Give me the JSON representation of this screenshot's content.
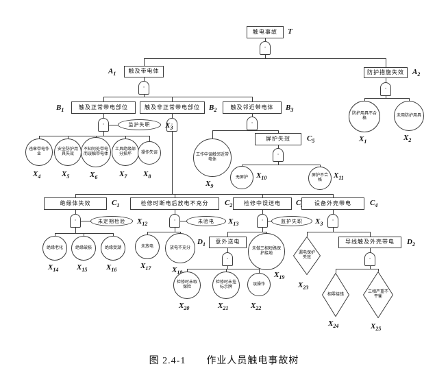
{
  "caption": {
    "figure": "图 2.4-1",
    "text": "作业人员触电事故树"
  },
  "gate_symbol": "·",
  "colors": {
    "line": "#3c3c3c",
    "border": "#3c3c3c",
    "background": "#ffffff",
    "text": "#151515"
  },
  "nodes": [
    {
      "id": "T",
      "shape": "box",
      "label": "触电事故",
      "tag": {
        "base": "T",
        "sub": ""
      }
    },
    {
      "id": "A1",
      "shape": "box",
      "label": "触及带电体",
      "tag": {
        "base": "A",
        "sub": "1"
      }
    },
    {
      "id": "A2",
      "shape": "box",
      "label": "防护措施失效",
      "tag": {
        "base": "A",
        "sub": "2"
      }
    },
    {
      "id": "B1",
      "shape": "box",
      "label": "触及正常带电部位",
      "tag": {
        "base": "B",
        "sub": "1"
      }
    },
    {
      "id": "B2",
      "shape": "box",
      "label": "触及非正常带电部位",
      "tag": {
        "base": "B",
        "sub": "2"
      }
    },
    {
      "id": "B3",
      "shape": "box",
      "label": "触及邻近带电体",
      "tag": {
        "base": "B",
        "sub": "3"
      }
    },
    {
      "id": "C1",
      "shape": "box",
      "label": "绝缘体失效",
      "tag": {
        "base": "C",
        "sub": "1"
      }
    },
    {
      "id": "C2",
      "shape": "box",
      "label": "检修时断电后放电不充分",
      "tag": {
        "base": "C",
        "sub": "2"
      }
    },
    {
      "id": "C3",
      "shape": "box",
      "label": "检修中误送电",
      "tag": {
        "base": "C",
        "sub": "3"
      }
    },
    {
      "id": "C4",
      "shape": "box",
      "label": "设备外壳带电",
      "tag": {
        "base": "C",
        "sub": "4"
      }
    },
    {
      "id": "C5",
      "shape": "box",
      "label": "屏护失效",
      "tag": {
        "base": "C",
        "sub": "5"
      }
    },
    {
      "id": "D1",
      "shape": "box",
      "label": "意外送电",
      "tag": {
        "base": "D",
        "sub": "1"
      }
    },
    {
      "id": "D2",
      "shape": "box",
      "label": "导线触及外壳带电",
      "tag": {
        "base": "D",
        "sub": "2"
      }
    },
    {
      "id": "X3a",
      "shape": "oval",
      "label": "监护失职",
      "tag": {
        "base": "X",
        "sub": "3"
      }
    },
    {
      "id": "X12",
      "shape": "oval",
      "label": "未定期检验",
      "tag": {
        "base": "X",
        "sub": "12"
      }
    },
    {
      "id": "X13",
      "shape": "oval",
      "label": "未验电",
      "tag": {
        "base": "X",
        "sub": "13"
      }
    },
    {
      "id": "X3b",
      "shape": "oval",
      "label": "监护失职",
      "tag": {
        "base": "X",
        "sub": "3"
      }
    },
    {
      "id": "X1",
      "shape": "circle",
      "label": "防护用具不合格",
      "tag": {
        "base": "X",
        "sub": "1"
      }
    },
    {
      "id": "X2",
      "shape": "circle",
      "label": "未用防护用具",
      "tag": {
        "base": "X",
        "sub": "2"
      }
    },
    {
      "id": "X4",
      "shape": "circle",
      "label": "违章带电作业",
      "tag": {
        "base": "X",
        "sub": "4"
      }
    },
    {
      "id": "X5",
      "shape": "circle",
      "label": "安全防护用具失效",
      "tag": {
        "base": "X",
        "sub": "5"
      }
    },
    {
      "id": "X6",
      "shape": "circle",
      "label": "不知何处带电而误触带电体",
      "tag": {
        "base": "X",
        "sub": "6"
      }
    },
    {
      "id": "X7",
      "shape": "circle",
      "label": "工具绝缘部分损坏",
      "tag": {
        "base": "X",
        "sub": "7"
      }
    },
    {
      "id": "X8",
      "shape": "circle",
      "label": "操作失误",
      "tag": {
        "base": "X",
        "sub": "8"
      }
    },
    {
      "id": "X9",
      "shape": "circle",
      "label": "工作中误触邻近带电体",
      "tag": {
        "base": "X",
        "sub": "9"
      }
    },
    {
      "id": "X10",
      "shape": "circle",
      "label": "无屏护",
      "tag": {
        "base": "X",
        "sub": "10"
      }
    },
    {
      "id": "X11",
      "shape": "circle",
      "label": "屏护不合格",
      "tag": {
        "base": "X",
        "sub": "11"
      }
    },
    {
      "id": "X14",
      "shape": "circle",
      "label": "绝缘老化",
      "tag": {
        "base": "X",
        "sub": "14"
      }
    },
    {
      "id": "X15",
      "shape": "circle",
      "label": "绝缘破损",
      "tag": {
        "base": "X",
        "sub": "15"
      }
    },
    {
      "id": "X16",
      "shape": "circle",
      "label": "绝缘受潮",
      "tag": {
        "base": "X",
        "sub": "16"
      }
    },
    {
      "id": "X17",
      "shape": "circle",
      "label": "未放电",
      "tag": {
        "base": "X",
        "sub": "17"
      }
    },
    {
      "id": "X18",
      "shape": "circle",
      "label": "放电不充分",
      "tag": {
        "base": "X",
        "sub": "18"
      }
    },
    {
      "id": "X19",
      "shape": "circle",
      "label": "未做三相短路保护接地",
      "tag": {
        "base": "X",
        "sub": "19"
      }
    },
    {
      "id": "X20",
      "shape": "circle",
      "label": "检修时未取保险",
      "tag": {
        "base": "X",
        "sub": "20"
      }
    },
    {
      "id": "X21",
      "shape": "circle",
      "label": "检修时未挂标示牌",
      "tag": {
        "base": "X",
        "sub": "21"
      }
    },
    {
      "id": "X22",
      "shape": "circle",
      "label": "误操作",
      "tag": {
        "base": "X",
        "sub": "22"
      }
    },
    {
      "id": "X23",
      "shape": "diamond",
      "label": "漏电保护失效",
      "tag": {
        "base": "X",
        "sub": "23"
      }
    },
    {
      "id": "X24",
      "shape": "diamond",
      "label": "相零接错",
      "tag": {
        "base": "X",
        "sub": "24"
      }
    },
    {
      "id": "X25",
      "shape": "diamond",
      "label": "三相严重不平衡",
      "tag": {
        "base": "X",
        "sub": "25"
      }
    }
  ]
}
